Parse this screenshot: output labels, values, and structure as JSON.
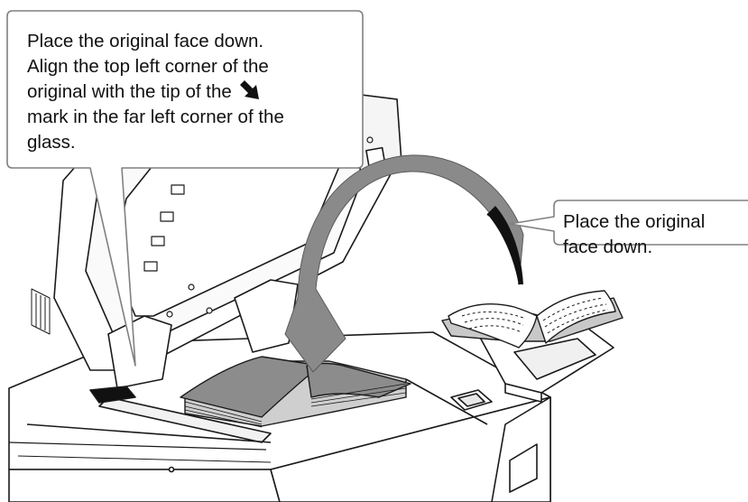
{
  "callout_main": {
    "line1": "Place the original face down.",
    "line2": "Align the top left corner of the",
    "line3": "original with the tip of the",
    "line4": "mark in the far left corner of the",
    "line5": "glass.",
    "mark_icon": "alignment-arrow-icon"
  },
  "callout_side": {
    "line1": "Place the original",
    "line2": "face down."
  },
  "colors": {
    "outline": "#1a1a1a",
    "callout_border": "#808080",
    "arrow_fill": "#8a8a8a",
    "document_fill": "#8c8c8c"
  }
}
